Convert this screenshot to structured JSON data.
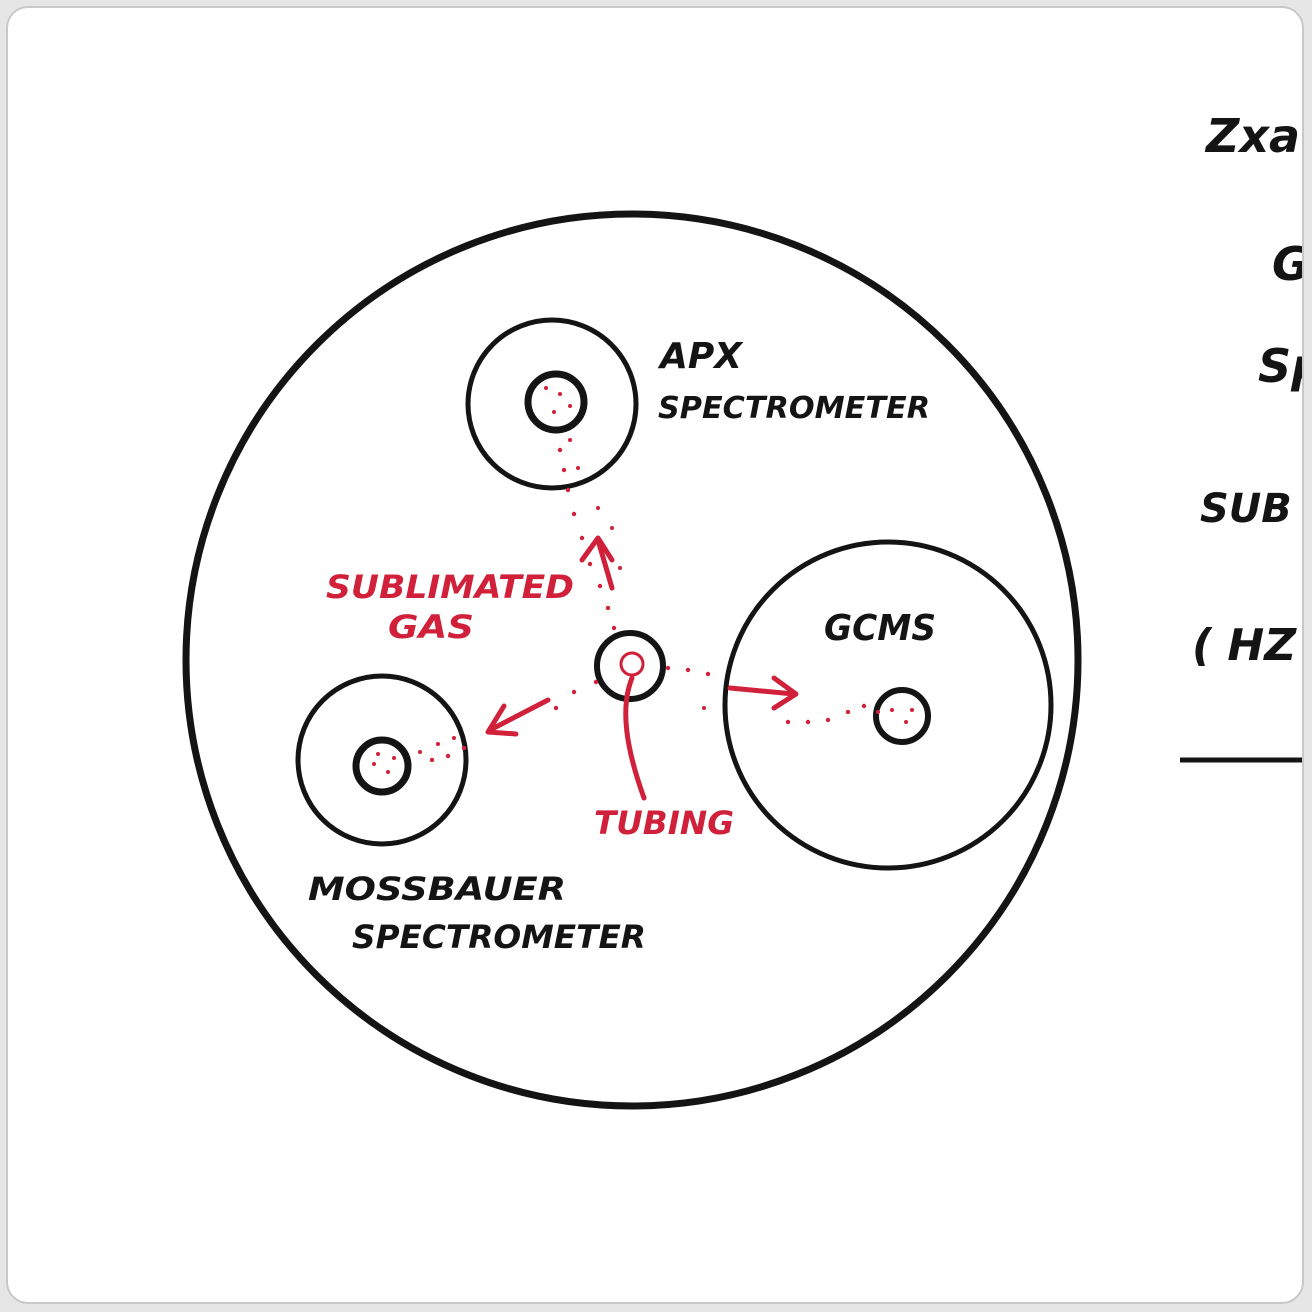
{
  "labels": {
    "apx_line1": "APX",
    "apx_line2": "SPECTROMETER",
    "sublimated_line1": "SUBLIMATED",
    "sublimated_line2": "GAS",
    "gcms": "GCMS",
    "tubing": "TUBING",
    "mossbauer_line1": "MOSSBAUER",
    "mossbauer_line2": "SPECTROMETER"
  },
  "side_notes": {
    "line1": "Zxa",
    "line2": "G",
    "line3": "Sp",
    "line4": "SUB",
    "line5": "( HZ"
  },
  "colors": {
    "ink": "#141414",
    "red": "#d0203a",
    "paper": "#ffffff",
    "frame": "#c8c8c8"
  }
}
